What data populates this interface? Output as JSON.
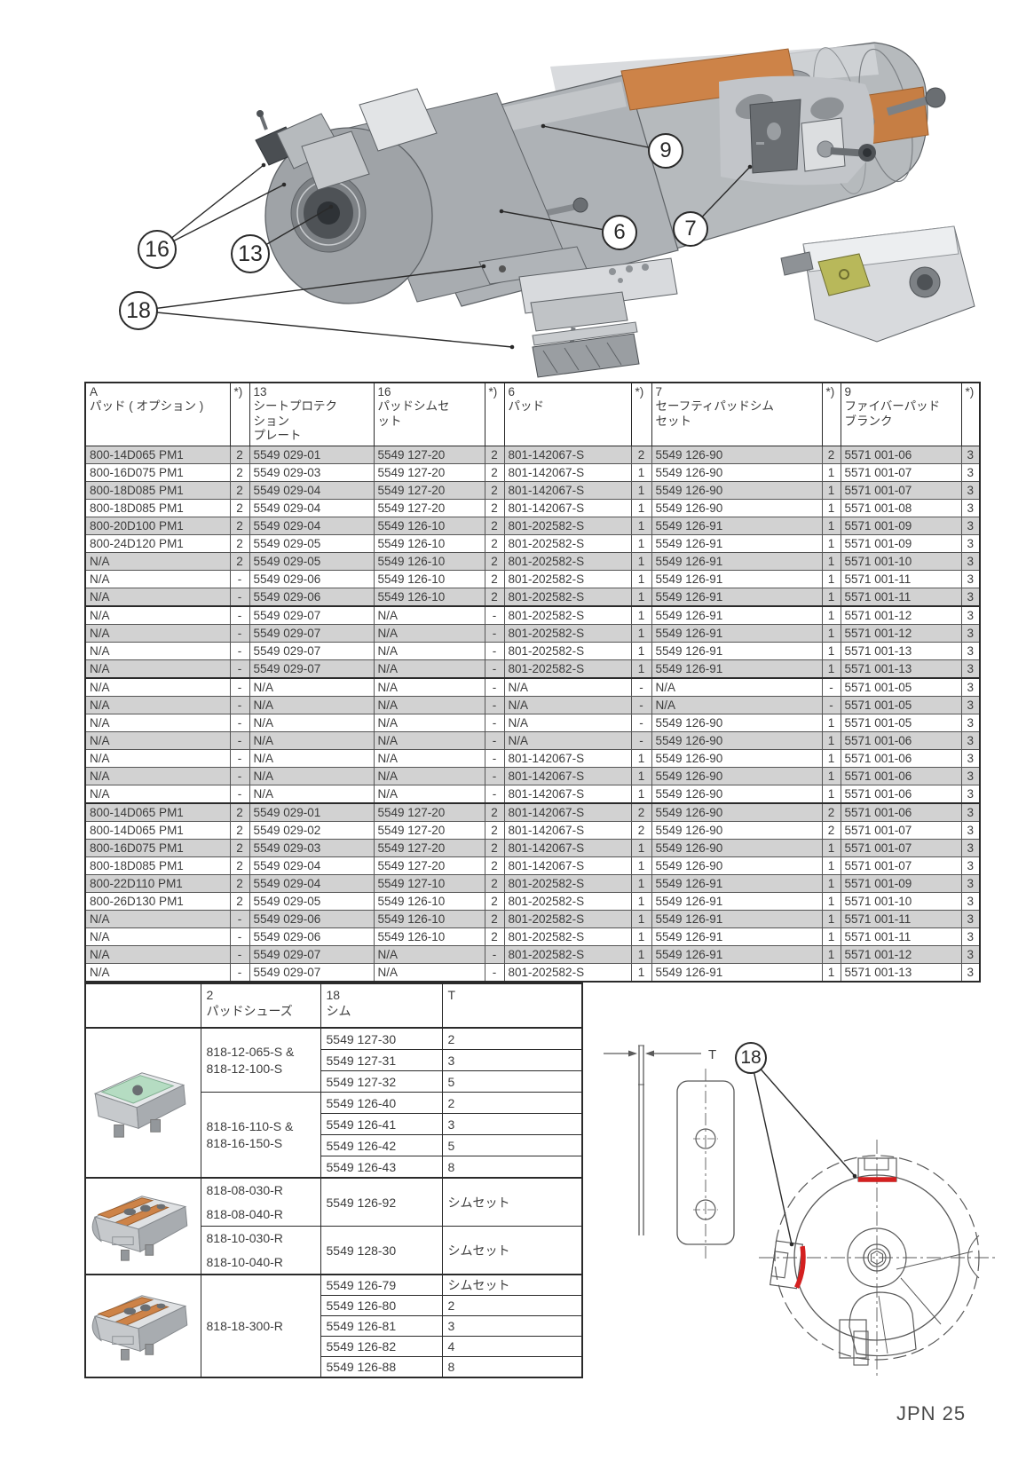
{
  "page": {
    "footer": "JPN 25"
  },
  "diagram": {
    "callouts": {
      "c16": "16",
      "c13": "13",
      "c18": "18",
      "c9": "9",
      "c6": "6",
      "c7": "7",
      "c18b": "18"
    }
  },
  "main_table": {
    "headers": [
      "A\nパッド ( オプション )",
      "*)",
      "13\nシートプロテク\nション\nプレート",
      "16\nパッドシムセ\nット",
      "*)",
      "6\nパッド",
      "*)",
      "7\nセーフティパッドシム\nセット",
      "*)",
      "9\nファイバーパッド\nブランク",
      "*)"
    ],
    "section_breaks": [
      9,
      13,
      20
    ],
    "rows": [
      [
        "800-14D065 PM1",
        "2",
        "5549 029-01",
        "5549 127-20",
        "2",
        "801-142067-S",
        "2",
        "5549 126-90",
        "2",
        "5571 001-06",
        "3"
      ],
      [
        "800-16D075 PM1",
        "2",
        "5549 029-03",
        "5549 127-20",
        "2",
        "801-142067-S",
        "1",
        "5549 126-90",
        "1",
        "5571 001-07",
        "3"
      ],
      [
        "800-18D085 PM1",
        "2",
        "5549 029-04",
        "5549 127-20",
        "2",
        "801-142067-S",
        "1",
        "5549 126-90",
        "1",
        "5571 001-07",
        "3"
      ],
      [
        "800-18D085 PM1",
        "2",
        "5549 029-04",
        "5549 127-20",
        "2",
        "801-142067-S",
        "1",
        "5549 126-90",
        "1",
        "5571 001-08",
        "3"
      ],
      [
        "800-20D100 PM1",
        "2",
        "5549 029-04",
        "5549 126-10",
        "2",
        "801-202582-S",
        "1",
        "5549 126-91",
        "1",
        "5571 001-09",
        "3"
      ],
      [
        "800-24D120 PM1",
        "2",
        "5549 029-05",
        "5549 126-10",
        "2",
        "801-202582-S",
        "1",
        "5549 126-91",
        "1",
        "5571 001-09",
        "3"
      ],
      [
        "N/A",
        "2",
        "5549 029-05",
        "5549 126-10",
        "2",
        "801-202582-S",
        "1",
        "5549 126-91",
        "1",
        "5571 001-10",
        "3"
      ],
      [
        "N/A",
        "-",
        "5549 029-06",
        "5549 126-10",
        "2",
        "801-202582-S",
        "1",
        "5549 126-91",
        "1",
        "5571 001-11",
        "3"
      ],
      [
        "N/A",
        "-",
        "5549 029-06",
        "5549 126-10",
        "2",
        "801-202582-S",
        "1",
        "5549 126-91",
        "1",
        "5571 001-11",
        "3"
      ],
      [
        "N/A",
        "-",
        "5549 029-07",
        "N/A",
        "-",
        "801-202582-S",
        "1",
        "5549 126-91",
        "1",
        "5571 001-12",
        "3"
      ],
      [
        "N/A",
        "-",
        "5549 029-07",
        "N/A",
        "-",
        "801-202582-S",
        "1",
        "5549 126-91",
        "1",
        "5571 001-12",
        "3"
      ],
      [
        "N/A",
        "-",
        "5549 029-07",
        "N/A",
        "-",
        "801-202582-S",
        "1",
        "5549 126-91",
        "1",
        "5571 001-13",
        "3"
      ],
      [
        "N/A",
        "-",
        "5549 029-07",
        "N/A",
        "-",
        "801-202582-S",
        "1",
        "5549 126-91",
        "1",
        "5571 001-13",
        "3"
      ],
      [
        "N/A",
        "-",
        "N/A",
        "N/A",
        "-",
        "N/A",
        "-",
        "N/A",
        "-",
        "5571 001-05",
        "3"
      ],
      [
        "N/A",
        "-",
        "N/A",
        "N/A",
        "-",
        "N/A",
        "-",
        "N/A",
        "-",
        "5571 001-05",
        "3"
      ],
      [
        "N/A",
        "-",
        "N/A",
        "N/A",
        "-",
        "N/A",
        "-",
        "5549 126-90",
        "1",
        "5571 001-05",
        "3"
      ],
      [
        "N/A",
        "-",
        "N/A",
        "N/A",
        "-",
        "N/A",
        "-",
        "5549 126-90",
        "1",
        "5571 001-06",
        "3"
      ],
      [
        "N/A",
        "-",
        "N/A",
        "N/A",
        "-",
        "801-142067-S",
        "1",
        "5549 126-90",
        "1",
        "5571 001-06",
        "3"
      ],
      [
        "N/A",
        "-",
        "N/A",
        "N/A",
        "-",
        "801-142067-S",
        "1",
        "5549 126-90",
        "1",
        "5571 001-06",
        "3"
      ],
      [
        "N/A",
        "-",
        "N/A",
        "N/A",
        "-",
        "801-142067-S",
        "1",
        "5549 126-90",
        "1",
        "5571 001-06",
        "3"
      ],
      [
        "800-14D065 PM1",
        "2",
        "5549 029-01",
        "5549 127-20",
        "2",
        "801-142067-S",
        "2",
        "5549 126-90",
        "2",
        "5571 001-06",
        "3"
      ],
      [
        "800-14D065 PM1",
        "2",
        "5549 029-02",
        "5549 127-20",
        "2",
        "801-142067-S",
        "2",
        "5549 126-90",
        "2",
        "5571 001-07",
        "3"
      ],
      [
        "800-16D075 PM1",
        "2",
        "5549 029-03",
        "5549 127-20",
        "2",
        "801-142067-S",
        "1",
        "5549 126-90",
        "1",
        "5571 001-07",
        "3"
      ],
      [
        "800-18D085 PM1",
        "2",
        "5549 029-04",
        "5549 127-20",
        "2",
        "801-142067-S",
        "1",
        "5549 126-90",
        "1",
        "5571 001-07",
        "3"
      ],
      [
        "800-22D110 PM1",
        "2",
        "5549 029-04",
        "5549 127-10",
        "2",
        "801-202582-S",
        "1",
        "5549 126-91",
        "1",
        "5571 001-09",
        "3"
      ],
      [
        "800-26D130 PM1",
        "2",
        "5549 029-05",
        "5549 126-10",
        "2",
        "801-202582-S",
        "1",
        "5549 126-91",
        "1",
        "5571 001-10",
        "3"
      ],
      [
        "N/A",
        "-",
        "5549 029-06",
        "5549 126-10",
        "2",
        "801-202582-S",
        "1",
        "5549 126-91",
        "1",
        "5571 001-11",
        "3"
      ],
      [
        "N/A",
        "-",
        "5549 029-06",
        "5549 126-10",
        "2",
        "801-202582-S",
        "1",
        "5549 126-91",
        "1",
        "5571 001-11",
        "3"
      ],
      [
        "N/A",
        "-",
        "5549 029-07",
        "N/A",
        "-",
        "801-202582-S",
        "1",
        "5549 126-91",
        "1",
        "5571 001-12",
        "3"
      ],
      [
        "N/A",
        "-",
        "5549 029-07",
        "N/A",
        "-",
        "801-202582-S",
        "1",
        "5549 126-91",
        "1",
        "5571 001-13",
        "3"
      ]
    ]
  },
  "shim_table": {
    "headers": [
      "",
      "2\nパッドシューズ",
      "18\nシム",
      "T"
    ],
    "groups": [
      {
        "image": "pad-shoe-green",
        "shoes": [
          {
            "label": "818-12-065-S &\n818-12-100-S",
            "shims": [
              {
                "part": "5549 127-30",
                "t": "2"
              },
              {
                "part": "5549 127-31",
                "t": "3"
              },
              {
                "part": "5549 127-32",
                "t": "5"
              }
            ]
          },
          {
            "label": "818-16-110-S &\n818-16-150-S",
            "shims": [
              {
                "part": "5549 126-40",
                "t": "2"
              },
              {
                "part": "5549 126-41",
                "t": "3"
              },
              {
                "part": "5549 126-42",
                "t": "5"
              },
              {
                "part": "5549 126-43",
                "t": "8"
              }
            ]
          }
        ]
      },
      {
        "image": "pad-shoe-orange",
        "shoes": [
          {
            "label": "818-08-030-R\n818-08-040-R",
            "shims": [
              {
                "part": "5549 126-92",
                "t": "シムセット"
              }
            ]
          },
          {
            "label": "818-10-030-R\n818-10-040-R",
            "shims": [
              {
                "part": "5549 128-30",
                "t": "シムセット"
              }
            ]
          }
        ]
      },
      {
        "image": "pad-shoe-orange",
        "shoes": [
          {
            "label": "818-18-300-R",
            "shims": [
              {
                "part": "5549 126-79",
                "t": "シムセット"
              },
              {
                "part": "5549 126-80",
                "t": "2"
              },
              {
                "part": "5549 126-81",
                "t": "3"
              },
              {
                "part": "5549 126-82",
                "t": "4"
              },
              {
                "part": "5549 126-88",
                "t": "8"
              }
            ]
          }
        ]
      }
    ]
  },
  "shim_diagram": {
    "t_label": "T"
  }
}
